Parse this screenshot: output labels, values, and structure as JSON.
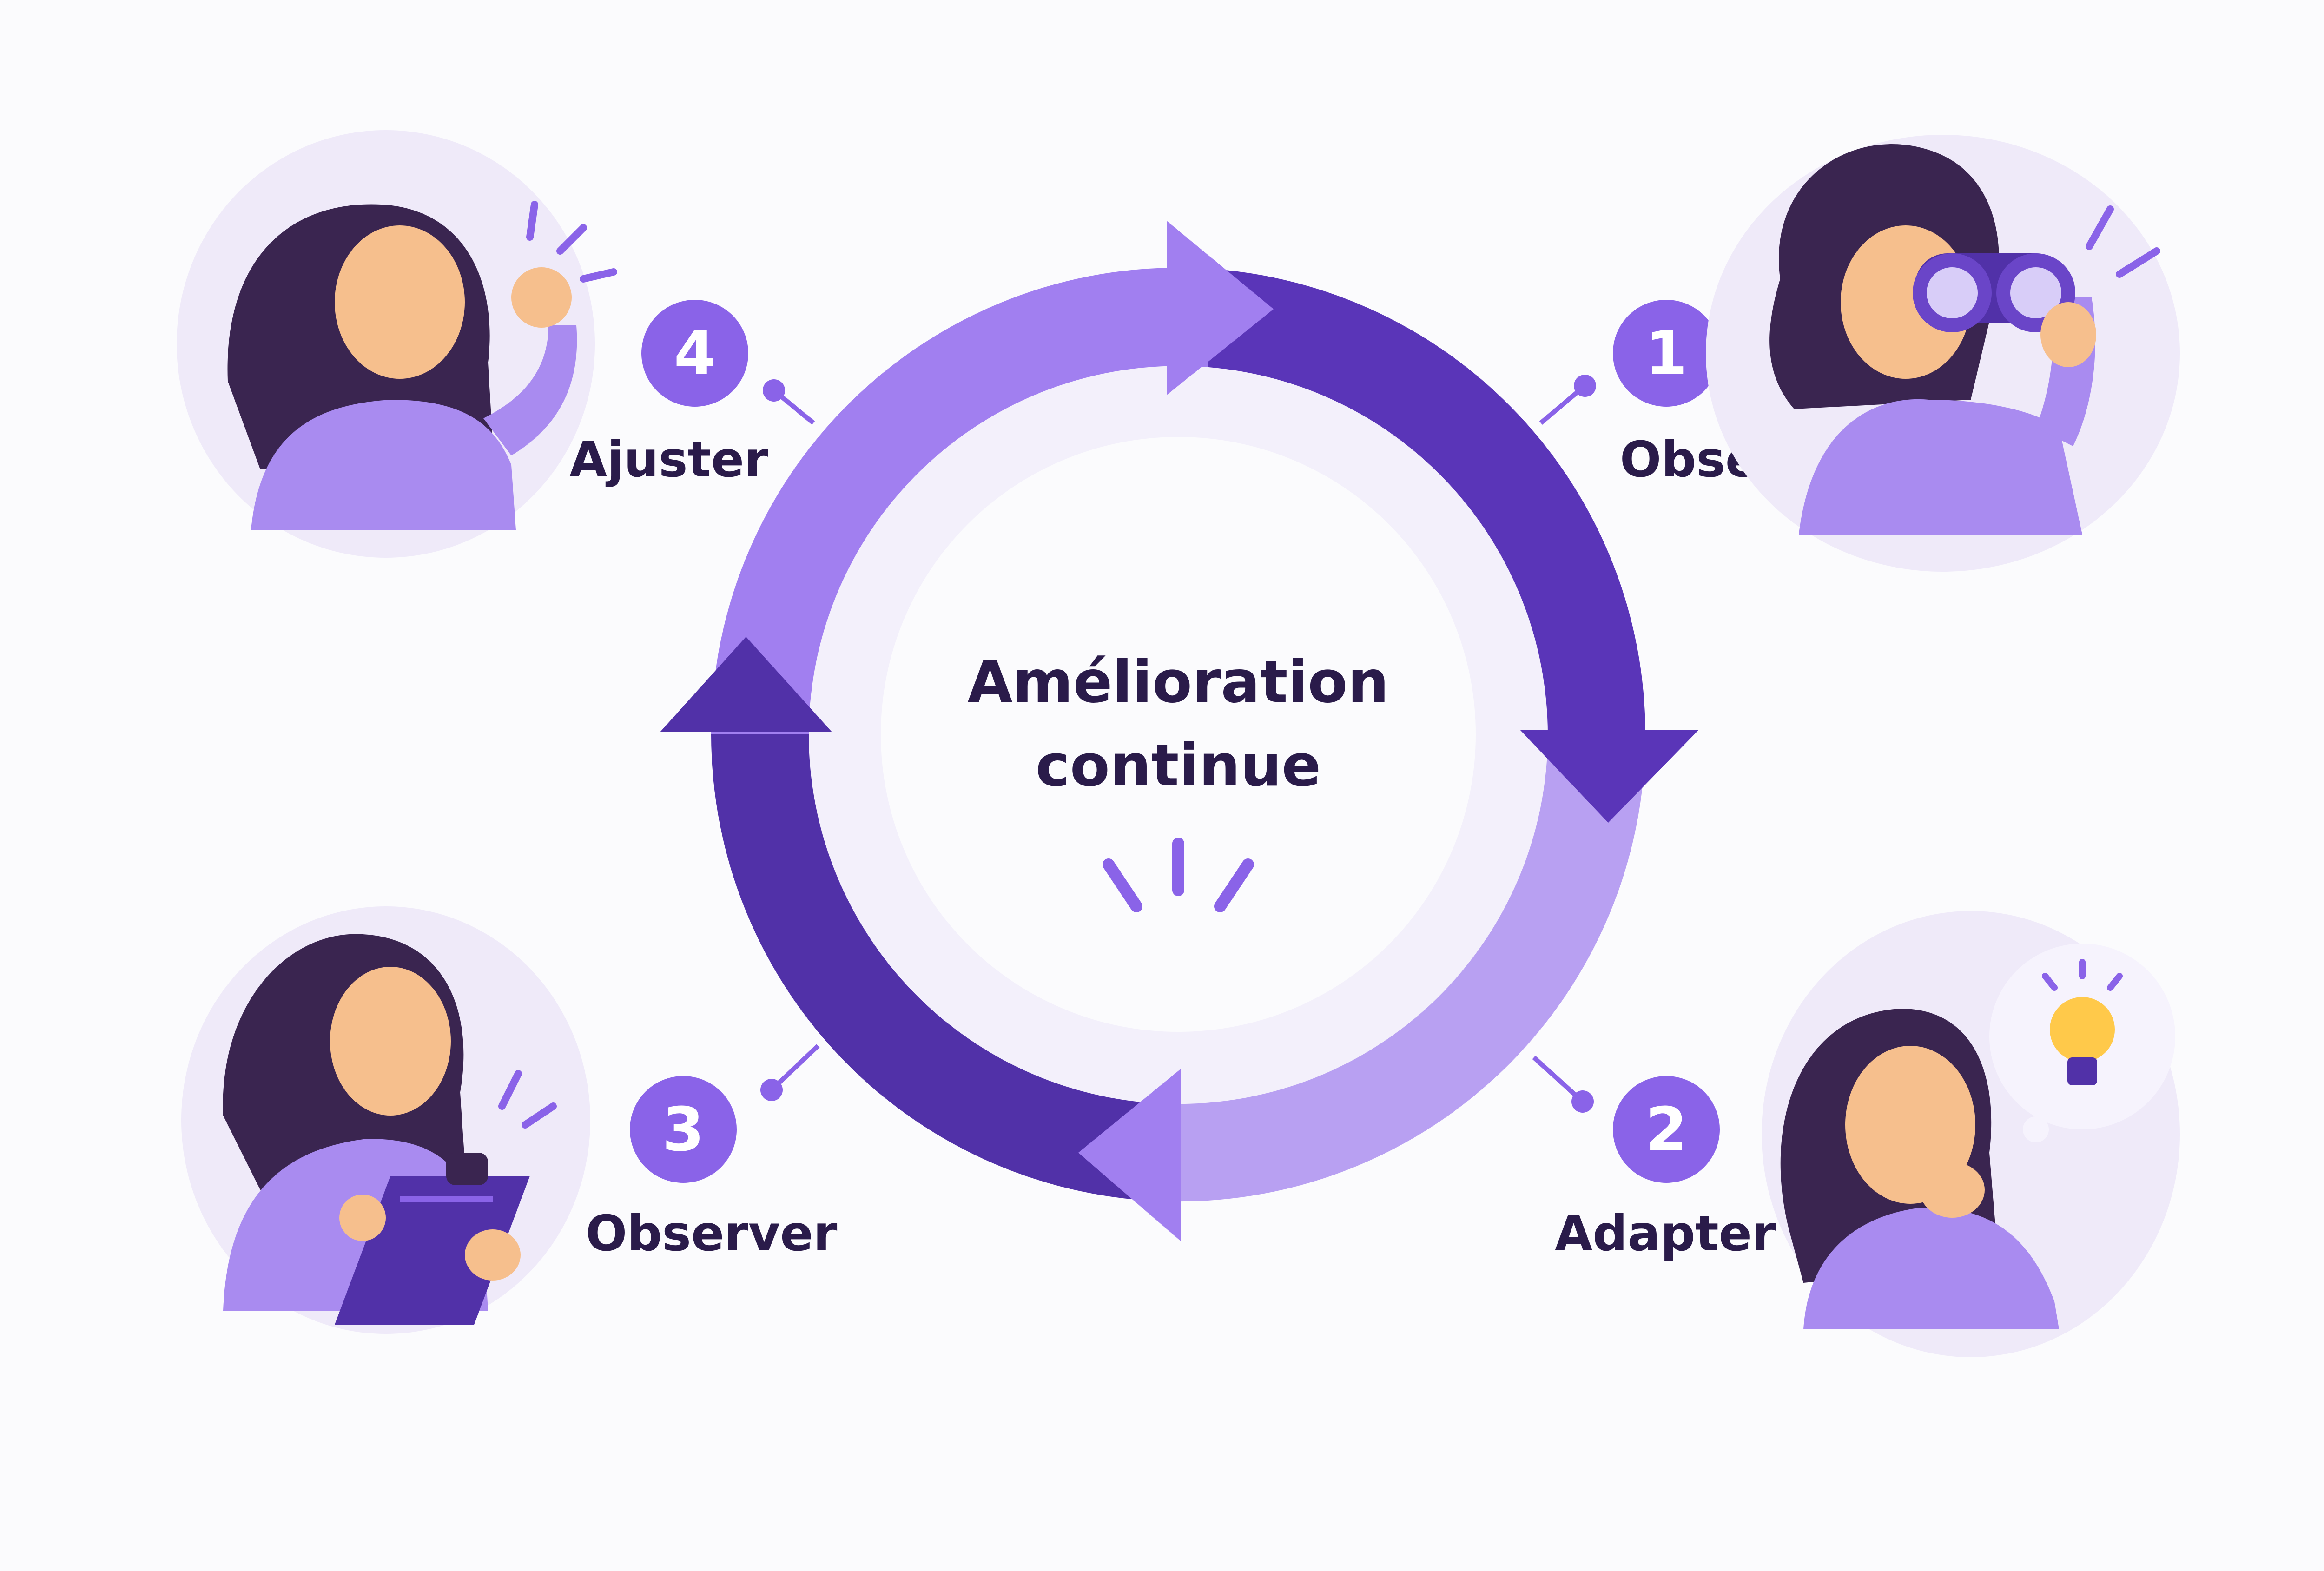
{
  "center": {
    "title_line1": "Amélioration",
    "title_line2": "continue"
  },
  "steps": [
    {
      "number": "1",
      "label": "Observer",
      "figure": "woman-binoculars"
    },
    {
      "number": "2",
      "label": "Adapter",
      "figure": "woman-thinking-lightbulb"
    },
    {
      "number": "3",
      "label": "Observer",
      "figure": "woman-clipboard"
    },
    {
      "number": "4",
      "label": "Ajuster",
      "figure": "woman-fist-raised"
    }
  ],
  "colors": {
    "ring_light": "#a17ff0",
    "ring_dark": "#5a35b8",
    "ring_pale": "#b8a0f2",
    "badge": "#8a63e8",
    "text": "#2a1b4a",
    "hair": "#3a2550",
    "skin": "#f6bf8d",
    "shirt": "#a98bf0",
    "bg_blob": "#efeaf9"
  }
}
